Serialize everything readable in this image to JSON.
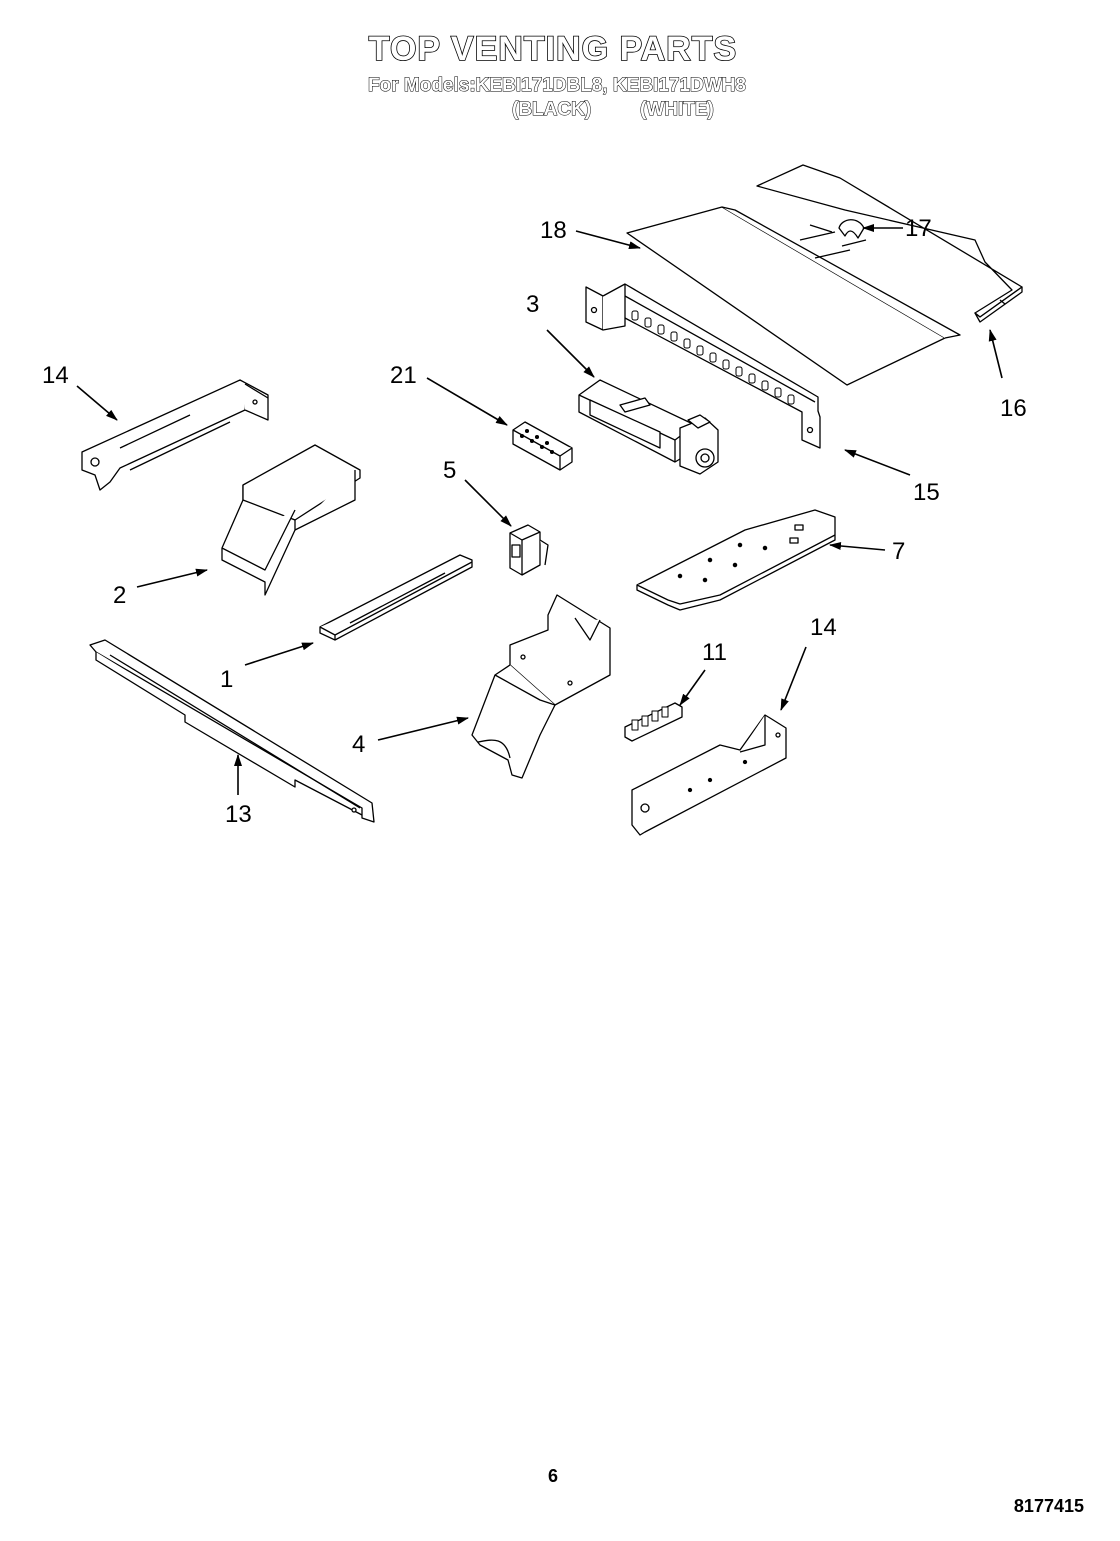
{
  "header": {
    "title": "TOP VENTING PARTS",
    "models_line": "For Models:KEBI171DBL8, KEBI171DWH8",
    "variant_black": "(BLACK)",
    "variant_white": "(WHITE)"
  },
  "callouts": [
    {
      "id": "c18",
      "label": "18"
    },
    {
      "id": "c17",
      "label": "17"
    },
    {
      "id": "c16",
      "label": "16"
    },
    {
      "id": "c3",
      "label": "3"
    },
    {
      "id": "c15",
      "label": "15"
    },
    {
      "id": "c21",
      "label": "21"
    },
    {
      "id": "c14a",
      "label": "14"
    },
    {
      "id": "c5",
      "label": "5"
    },
    {
      "id": "c7",
      "label": "7"
    },
    {
      "id": "c2",
      "label": "2"
    },
    {
      "id": "c1",
      "label": "1"
    },
    {
      "id": "c14b",
      "label": "14"
    },
    {
      "id": "c11",
      "label": "11"
    },
    {
      "id": "c4",
      "label": "4"
    },
    {
      "id": "c13",
      "label": "13"
    }
  ],
  "footer": {
    "page_number": "6",
    "document_code": "8177415"
  },
  "colors": {
    "line": "#000000",
    "background": "#ffffff"
  }
}
